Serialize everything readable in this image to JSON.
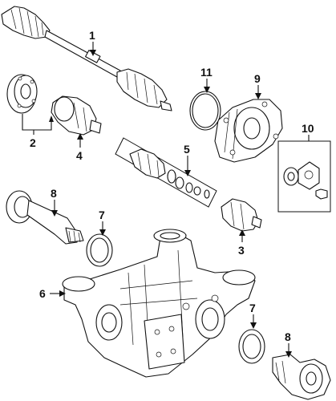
{
  "callouts": {
    "c1": "1",
    "c2": "2",
    "c3": "3",
    "c4": "4",
    "c5": "5",
    "c6": "6",
    "c7a": "7",
    "c7b": "7",
    "c8a": "8",
    "c8b": "8",
    "c9": "9",
    "c10": "10",
    "c11": "11"
  }
}
